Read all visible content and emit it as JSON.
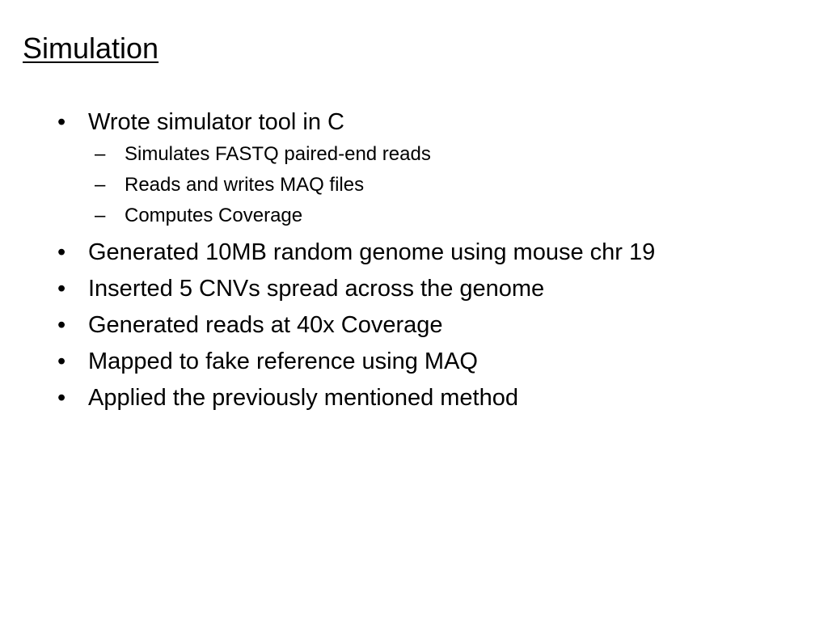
{
  "slide": {
    "title": "Simulation",
    "bullet_marker": "•",
    "sub_marker": "–",
    "bullets": [
      {
        "text": "Wrote simulator tool in C",
        "subitems": [
          "Simulates FASTQ paired-end reads",
          "Reads and writes MAQ files",
          "Computes Coverage"
        ]
      },
      {
        "text": "Generated 10MB random genome using mouse chr 19"
      },
      {
        "text": "Inserted 5 CNVs spread across the genome"
      },
      {
        "text": "Generated reads at 40x Coverage"
      },
      {
        "text": "Mapped to fake reference using MAQ"
      },
      {
        "text": "Applied the previously mentioned method"
      }
    ]
  }
}
